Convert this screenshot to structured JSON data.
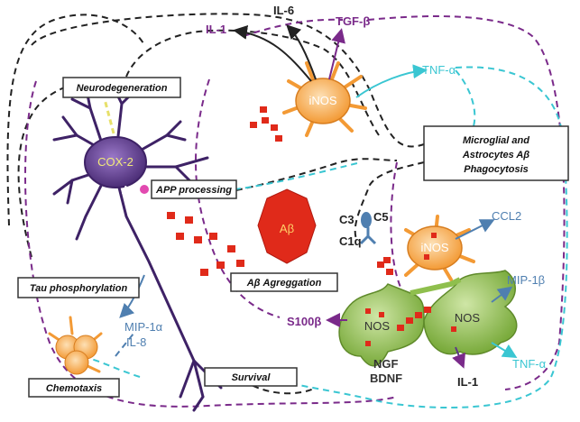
{
  "boxes": {
    "neurodegeneration": "Neurodegeneration",
    "app_processing": "APP processing",
    "tau": "Tau phosphorylation",
    "chemotaxis": "Chemotaxis",
    "survival": "Survival",
    "abeta_aggregation": "Aβ Agreggation",
    "phagocytosis_line1": "Microglial and",
    "phagocytosis_line2": "Astrocytes Aβ",
    "phagocytosis_line3": "Phagocytosis"
  },
  "cytokines": {
    "il1_top": "IL-1",
    "il6": "IL-6",
    "tgfb": "TGF-β",
    "tnfa_top": "TNF-α",
    "ccl2": "CCL2",
    "mip1b": "MIP-1β",
    "tnfa_bottom": "TNF-α",
    "il1_bottom": "IL-1",
    "s100b": "S100β",
    "mip1a": "MIP-1α",
    "il8": "IL-8",
    "ngf": "NGF",
    "bdnf": "BDNF"
  },
  "complement": {
    "c3": "C3",
    "c5": "C5",
    "c1q": "C1q"
  },
  "cells": {
    "microglia_top": "iNOS",
    "microglia_mid": "iNOS",
    "astro_left": "NOS",
    "astro_right": "NOS",
    "neuron_enzyme": "COX-2",
    "neuron_app": "APP",
    "abeta": "Aβ"
  },
  "colors": {
    "purple_dashed": "#7a2a8a",
    "cyan_dashed": "#3ac6d2",
    "black_dashed": "#222222",
    "neuron": "#5b3a86",
    "microglia": "#f6a646",
    "astrocyte": "#8fbf4d",
    "abeta": "#e02a1a",
    "cytokine_blue": "#4f7fb0"
  }
}
